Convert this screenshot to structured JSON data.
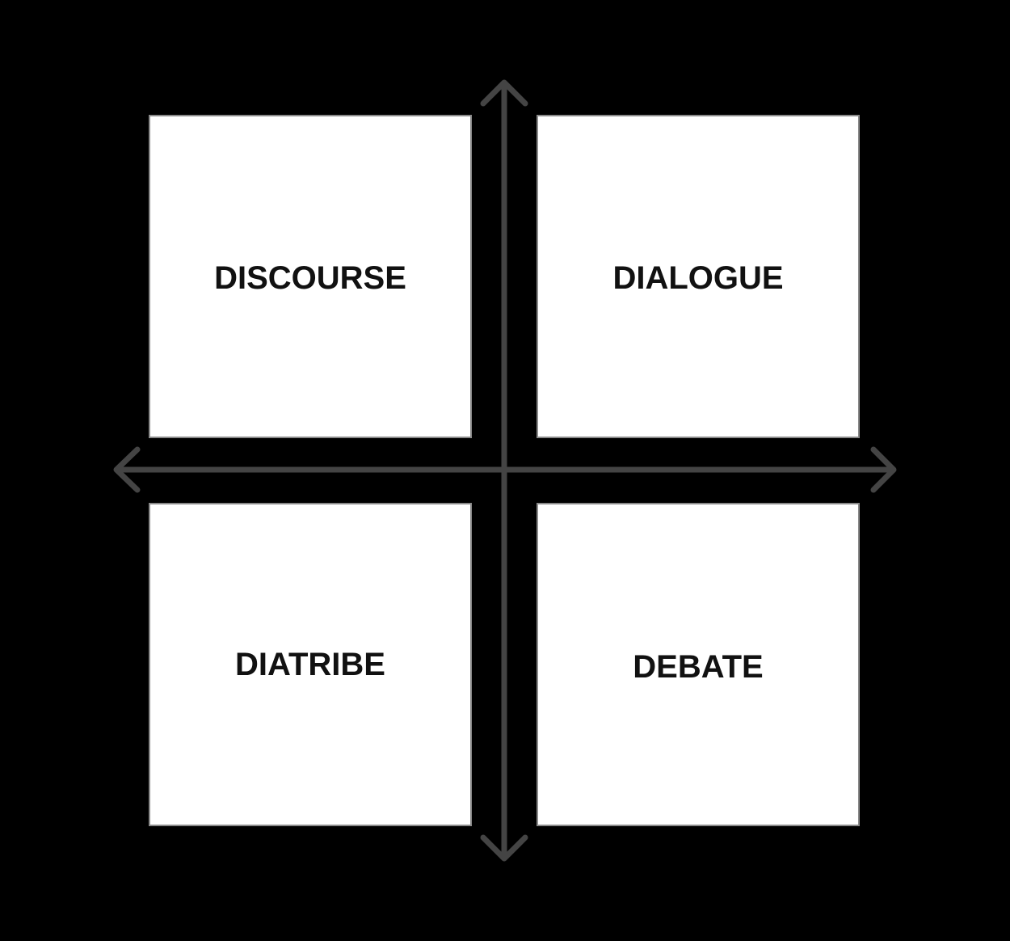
{
  "diagram": {
    "type": "quadrant",
    "background": "#000000",
    "axis_color": "#444444",
    "box_border_color": "#8a8a8a",
    "quadrants": {
      "top_left": {
        "label": "DISCOURSE"
      },
      "top_right": {
        "label": "DIALOGUE"
      },
      "bottom_left": {
        "label": "DIATRIBE"
      },
      "bottom_right": {
        "label": "DEBATE"
      }
    },
    "axes": {
      "vertical": {
        "arrows": "both-ends",
        "icon_top": "arrow-up-icon",
        "icon_bottom": "arrow-down-icon"
      },
      "horizontal": {
        "arrows": "both-ends",
        "icon_left": "arrow-left-icon",
        "icon_right": "arrow-right-icon"
      }
    }
  }
}
